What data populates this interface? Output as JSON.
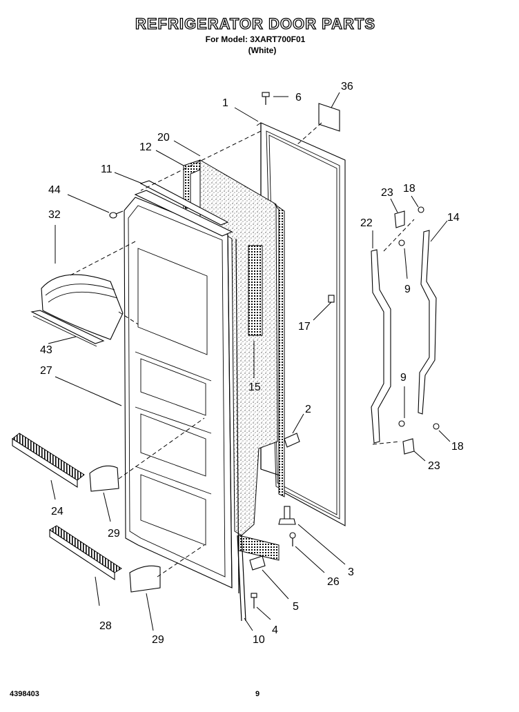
{
  "header": {
    "title": "REFRIGERATOR DOOR PARTS",
    "model_line": "For Model: 3XART700F01",
    "variant": "(White)"
  },
  "footer": {
    "doc_number": "4398403",
    "page_number": "9"
  },
  "callouts": {
    "c1": "1",
    "c2": "2",
    "c3": "3",
    "c4": "4",
    "c5": "5",
    "c6": "6",
    "c9a": "9",
    "c9b": "9",
    "c10": "10",
    "c11": "11",
    "c12": "12",
    "c14": "14",
    "c15": "15",
    "c17": "17",
    "c18a": "18",
    "c18b": "18",
    "c20": "20",
    "c22": "22",
    "c23a": "23",
    "c23b": "23",
    "c24": "24",
    "c26": "26",
    "c27": "27",
    "c28": "28",
    "c29a": "29",
    "c29b": "29",
    "c32": "32",
    "c36": "36",
    "c43": "43",
    "c44": "44"
  }
}
